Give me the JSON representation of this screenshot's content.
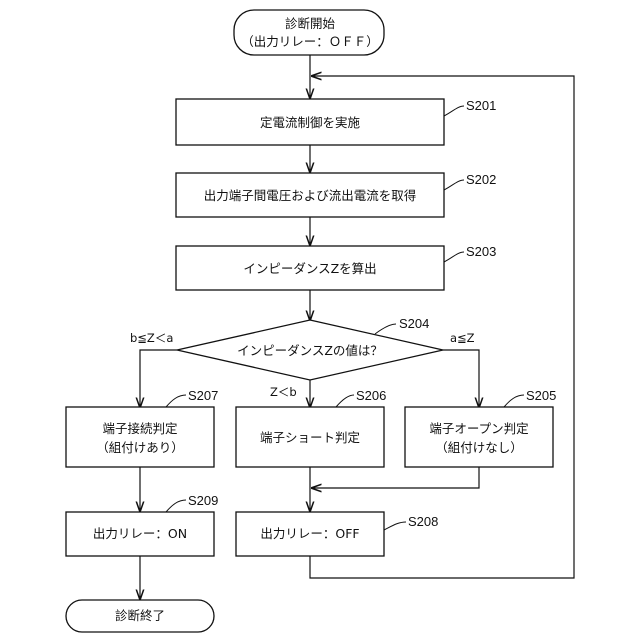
{
  "start": {
    "line1": "診断開始",
    "line2": "（出力リレー：ＯＦＦ）"
  },
  "boxes": {
    "s201": {
      "label": "定電流制御を実施",
      "step": "S201"
    },
    "s202": {
      "label": "出力端子間電圧および流出電流を取得",
      "step": "S202"
    },
    "s203": {
      "label": "インピーダンスZを算出",
      "step": "S203"
    },
    "s207": {
      "line1": "端子接続判定",
      "line2": "（組付けあり）",
      "step": "S207"
    },
    "s206": {
      "label": "端子ショート判定",
      "step": "S206"
    },
    "s205": {
      "line1": "端子オープン判定",
      "line2": "（組付けなし）",
      "step": "S205"
    },
    "s209": {
      "label": "出力リレー：ON",
      "step": "S209"
    },
    "s208": {
      "label": "出力リレー：OFF",
      "step": "S208"
    }
  },
  "decision": {
    "label": "インピーダンスZの値は？",
    "step": "S204",
    "branch_left": "b≦Z＜a",
    "branch_down": "Z＜b",
    "branch_right": "a≦Z"
  },
  "end": {
    "label": "診断終了"
  }
}
